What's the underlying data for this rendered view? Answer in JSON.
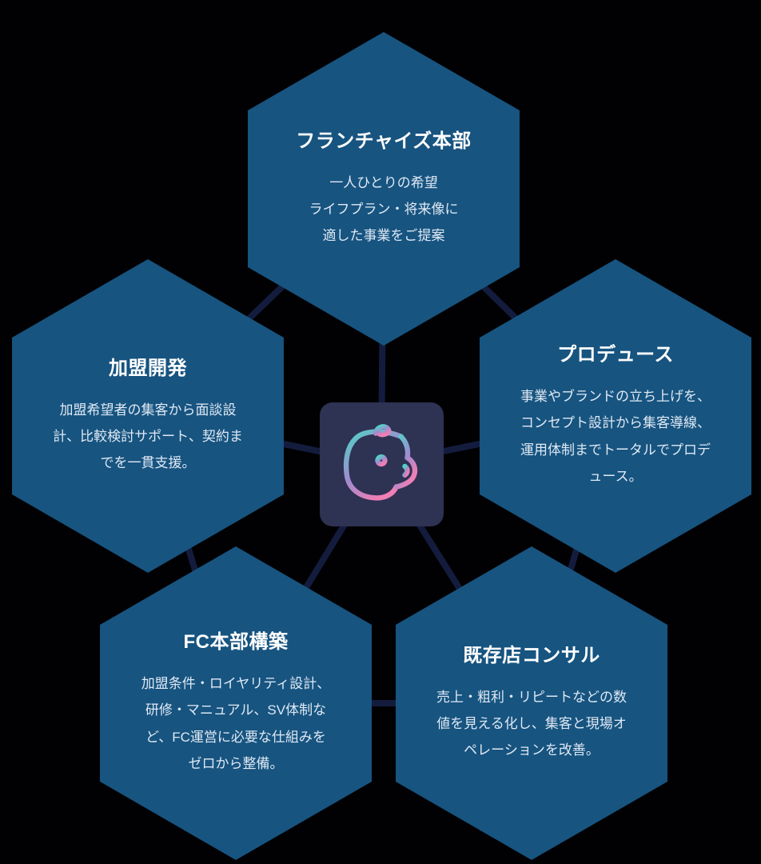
{
  "colors": {
    "background": "#000000",
    "hexagon_fill": "#175480",
    "title_text": "#ffffff",
    "body_text": "#dfe9f4",
    "connector_line": "#141c3e",
    "logo_box": "#2e3253",
    "logo_gradient_start": "#4ed4c6",
    "logo_gradient_mid": "#a08bd0",
    "logo_gradient_end": "#ef7fb4"
  },
  "center": {
    "logo_name": "capybara-line-art-logo"
  },
  "nodes": [
    {
      "id": "franchise-honbu",
      "title": "フランチャイズ本部",
      "body": "一人ひとりの希望\nライフプラン・将来像に\n適した事業をご提案"
    },
    {
      "id": "kamei-kaihatsu",
      "title": "加盟開発",
      "body": "加盟希望者の集客から面談設計、比較検討サポート、契約までを一貫支援。"
    },
    {
      "id": "produce",
      "title": "プロデュース",
      "body": "事業やブランドの立ち上げを、コンセプト設計から集客導線、運用体制までトータルでプロデュース。"
    },
    {
      "id": "fc-honbu-kochiku",
      "title": "FC本部構築",
      "body": "加盟条件・ロイヤリティ設計、研修・マニュアル、SV体制など、FC運営に必要な仕組みをゼロから整備。"
    },
    {
      "id": "kisonten-consul",
      "title": "既存店コンサル",
      "body": "売上・粗利・リピートなどの数値を見える化し、集客と現場オペレーションを改善。"
    }
  ]
}
